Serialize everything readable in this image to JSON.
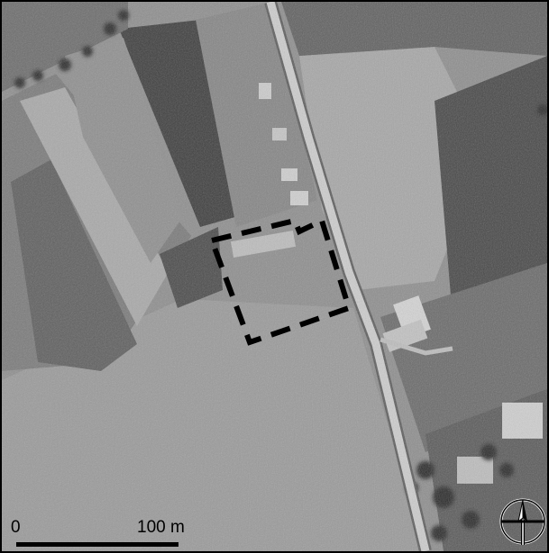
{
  "map": {
    "type": "grayscale aerial photograph",
    "study_area_outline": {
      "style": "dashed",
      "color": "#000000"
    },
    "colors": {
      "road": "#c9c9c9",
      "field_light": "#9c9c9c",
      "field_dark": "#3f3f3f",
      "outline": "#000000"
    }
  },
  "scale_bar": {
    "start_label": "0",
    "end_label": "100 m"
  },
  "north_arrow": {
    "icon": "north-arrow-icon"
  }
}
